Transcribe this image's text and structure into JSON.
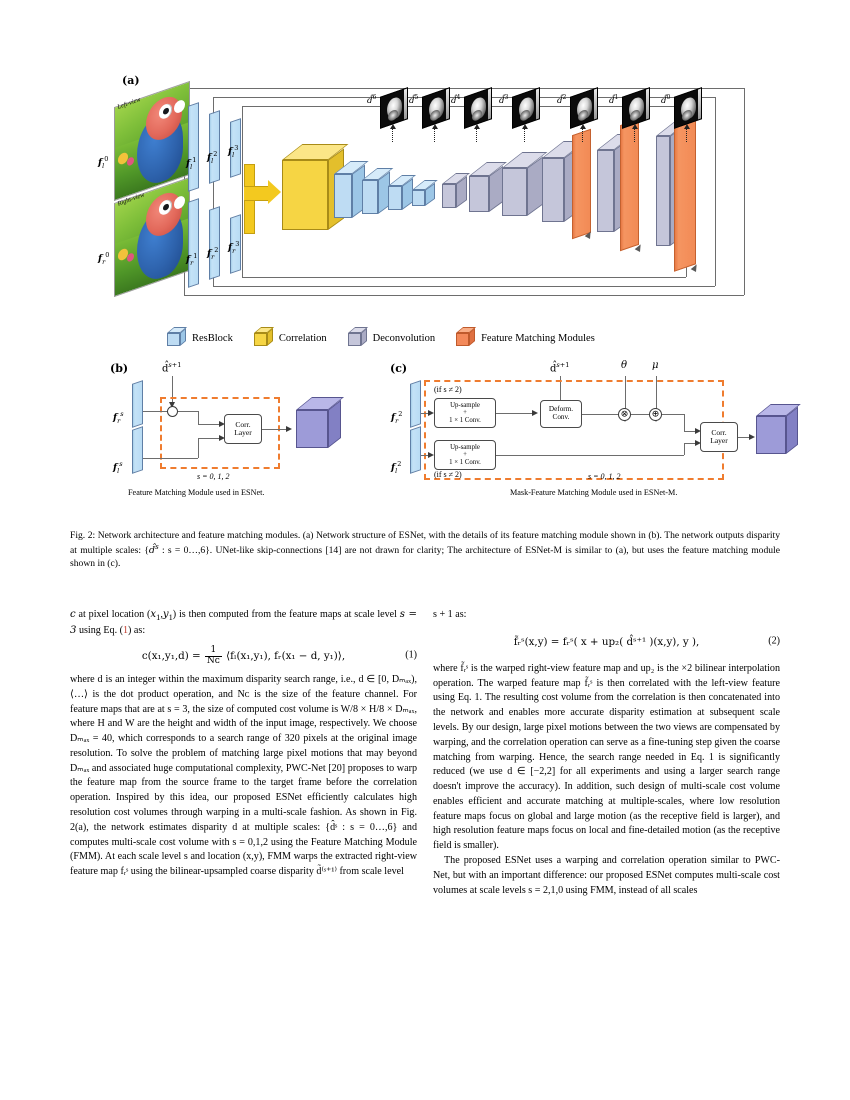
{
  "figure": {
    "panel_a": {
      "label": "(a)",
      "input_left_view_tag": "Left-view",
      "input_right_view_tag": "Right-view",
      "feature_labels_left": [
        "f_l^0",
        "f_l^1",
        "f_l^2",
        "f_l^3"
      ],
      "feature_labels_right": [
        "f_r^0",
        "f_r^1",
        "f_r^2",
        "f_r^3"
      ],
      "disparity_outputs": [
        "d^6",
        "d^5",
        "d^4",
        "d^3",
        "d^2",
        "d^1",
        "d^0"
      ],
      "disparity_superscripts": [
        "6",
        "5",
        "4",
        "3",
        "2",
        "1",
        "0"
      ]
    },
    "legend": {
      "items": [
        {
          "label": "ResBlock",
          "color": "#bedcf3",
          "icon": "cube-icon"
        },
        {
          "label": "Correlation",
          "color": "#f6d544",
          "icon": "cube-icon"
        },
        {
          "label": "Deconvolution",
          "color": "#c5c6da",
          "icon": "cube-icon"
        },
        {
          "label": "Feature Matching Modules",
          "color": "#f3895a",
          "icon": "cube-icon"
        }
      ]
    },
    "panel_b": {
      "label": "(b)",
      "input_top": "f_r^s",
      "input_bottom": "f_l^s",
      "disparity_input": "d^{s+1}",
      "corr_layer_line1": "Corr.",
      "corr_layer_line2": "Layer",
      "scale_note": "s = 0, 1, 2",
      "caption": "Feature Matching Module used in ESNet."
    },
    "panel_c": {
      "label": "(c)",
      "input_top": "f_r^2",
      "input_bottom": "f_l^2",
      "disparity_input": "d^{s+1}",
      "theta_label": "θ",
      "mu_label": "μ",
      "cond_top": "(if s ≠ 2)",
      "cond_bottom": "(if s ≠ 2)",
      "upsample_line1": "Up-sample",
      "upsample_plus": "+",
      "upsample_line2": "1 × 1 Conv.",
      "deform_line1": "Deform.",
      "deform_line2": "Conv.",
      "mult_symbol": "⊗",
      "add_symbol": "⊕",
      "corr_layer_line1": "Corr.",
      "corr_layer_line2": "Layer",
      "scale_note": "s = 0, 1, 2",
      "caption": "Mask-Feature Matching Module used in ESNet-M."
    }
  },
  "figure_caption": {
    "prefix": "Fig. 2:",
    "text_1": " Network architecture and feature matching modules. (a) Network structure of ESNet, with the details of its feature matching module shown in (b). The network outputs disparity at multiple scales: {",
    "math_1": "d̂",
    "math_1_sup": "s",
    "text_2": " : s = 0…,6}. UNet-like skip-connections [14] are not drawn for clarity; The architecture of ESNet-M is similar to (a), but uses the feature matching module shown in (c)."
  },
  "left_column": {
    "para_1_a": "c",
    "para_1_b": " at pixel location (",
    "para_1_c": ") is then computed from the feature maps at scale level ",
    "para_1_d": "s = 3",
    "para_1_e": " using Eq. (",
    "para_1_ref": "1",
    "para_1_f": ") as:",
    "eq1_number": "(1)",
    "eq1_lhs": "c(x₁,y₁,d) =",
    "eq1_frac_num": "1",
    "eq1_frac_den": "Nᴄ",
    "eq1_rhs": "⟨fₗ(x₁,y₁), fᵣ(x₁ − d, y₁)⟩,",
    "para_2": "where d is an integer within the maximum disparity search range, i.e., d ∈ [0, Dₘₐₓ), ⟨…⟩ is the dot product operation, and Nᴄ is the size of the feature channel. For feature maps that are at s = 3, the size of computed cost volume is W/8 × H/8 × Dₘₐₓ, where H and W are the height and width of the input image, respectively. We choose Dₘₐₓ = 40, which corresponds to a search range of 320 pixels at the original image resolution. To solve the problem of matching large pixel motions that may beyond Dₘₐₓ and associated huge computational complexity, PWC-Net [20] proposes to warp the feature map from the source frame to the target frame before the correlation operation. Inspired by this idea, our proposed ESNet efficiently calculates high resolution cost volumes through warping in a multi-scale fashion. As shown in Fig. 2(a), the network estimates disparity d at multiple scales: {d̂ˢ : s = 0…,6} and computes multi-scale cost volume with s = 0,1,2 using the Feature Matching Module (FMM). At each scale level s and location (x,y), FMM warps the extracted right-view feature map fᵣˢ using the bilinear-upsampled coarse disparity d̃⁽ˢ⁺¹⁾ from scale level"
  },
  "right_column": {
    "para_1": "s + 1 as:",
    "eq2_number": "(2)",
    "eq2_text": "f̃ᵣˢ(x,y) = fᵣˢ( x + up₂( d̂ˢ⁺¹ )(x,y), y ),",
    "para_2": "where f̃ᵣˢ is the warped right-view feature map and up₂ is the ×2 bilinear interpolation operation. The warped feature map f̃ᵣˢ is then correlated with the left-view feature using Eq. 1. The resulting cost volume from the correlation is then concatenated into the network and enables more accurate disparity estimation at subsequent scale levels. By our design, large pixel motions between the two views are compensated by warping, and the correlation operation can serve as a fine-tuning step given the coarse matching from warping. Hence, the search range needed in Eq. 1 is significantly reduced (we use d ∈ [−2,2] for all experiments and using a larger search range doesn't improve the accuracy). In addition, such design of multi-scale cost volume enables efficient and accurate matching at multiple-scales, where low resolution feature maps focus on global and large motion (as the receptive field is larger), and high resolution feature maps focus on local and fine-detailed motion (as the receptive field is smaller).",
    "para_3": "The proposed ESNet uses a warping and correlation operation similar to PWC-Net, but with an important difference: our proposed ESNet computes multi-scale cost volumes at scale levels s = 2,1,0 using FMM, instead of all scales"
  },
  "colors": {
    "resblock": "#bedcf3",
    "correlation": "#f6d544",
    "deconvolution": "#c5c6da",
    "feature_matching": "#f3895a",
    "cost_volume": "#9d9bd8",
    "dash_outline": "#ef7c2f",
    "reference_link": "#c0392b"
  }
}
